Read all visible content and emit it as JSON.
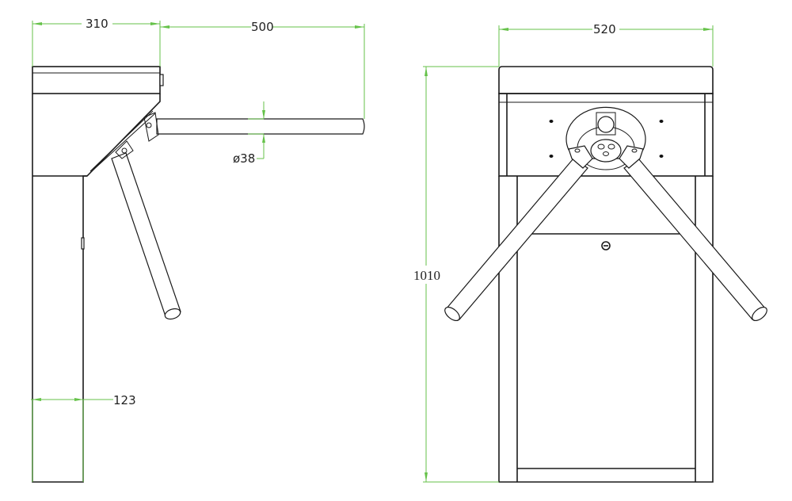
{
  "drawing": {
    "side_view": {
      "dim_width": "310",
      "dim_arm_length": "500",
      "dim_arm_diameter": "ø38",
      "dim_column_width": "123"
    },
    "front_view": {
      "dim_width": "520",
      "dim_height": "1010"
    },
    "colors": {
      "outline": "#1a1a1a",
      "dimension": "#66c24a"
    }
  }
}
